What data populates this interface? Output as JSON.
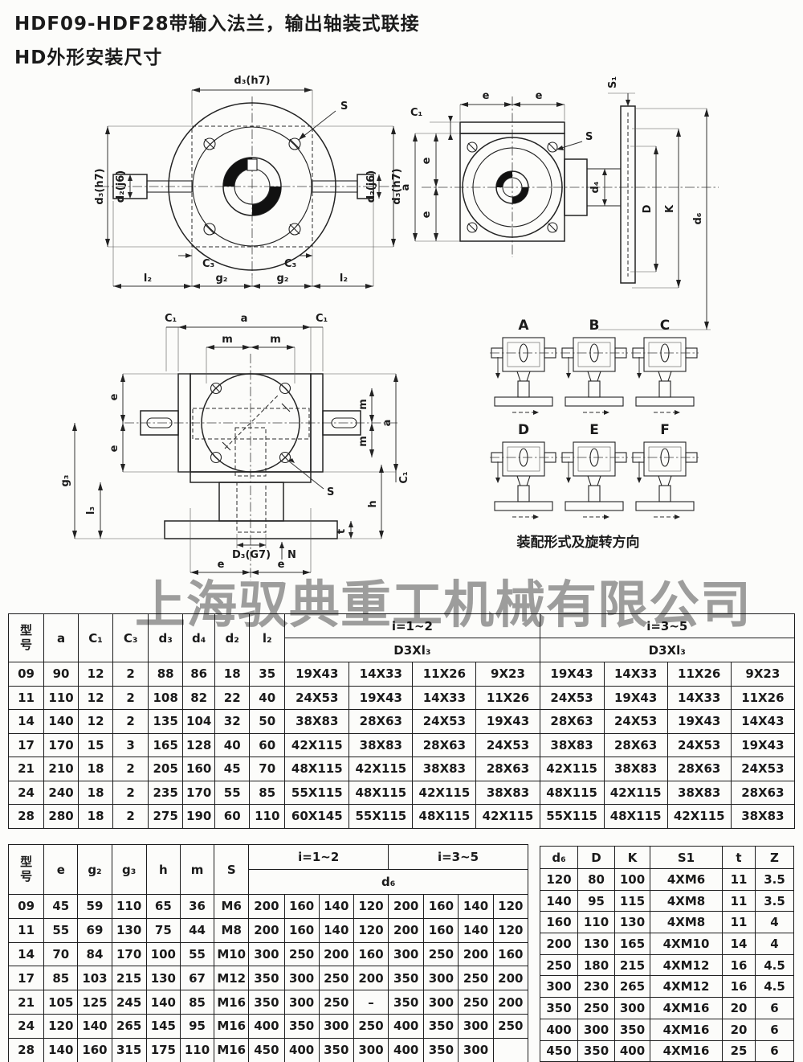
{
  "page": {
    "title_line1": "HDF09-HDF28带输入法兰，输出轴装式联接",
    "title_line2": "HD外形安装尺寸",
    "watermark": "上海驭典重工机械有限公司"
  },
  "colors": {
    "paper": "#fcfcfa",
    "ink": "#1b1b1b",
    "watermark_gray": "#979797"
  },
  "drawings": {
    "front_view": {
      "labels": {
        "top": "d₃(h7)",
        "s": "S",
        "left_outer": "d₃(h7)",
        "left_inner": "d₂(j6)",
        "right_inner": "d₂(j6)",
        "right_outer": "d₃(h7)",
        "c3_left": "C₃",
        "c3_right": "C₃",
        "l2_left": "l₂",
        "g2_left": "g₂",
        "g2_right": "g₂",
        "l2_right": "l₂"
      }
    },
    "side_view": {
      "labels": {
        "c1": "C₁",
        "e_top_left": "e",
        "e_top_right": "e",
        "a": "a",
        "e_left_upper": "e",
        "e_left_lower": "e",
        "s": "S",
        "s1": "S₁",
        "d4": "d₄",
        "D": "D",
        "K": "K",
        "d6": "d₆"
      }
    },
    "bottom_view": {
      "labels": {
        "c1_left": "C₁",
        "a_top": "a",
        "c1_right": "C₁",
        "m_top_left": "m",
        "m_top_right": "m",
        "e_upper": "e",
        "e_lower": "e",
        "g3": "g₃",
        "l3": "l₃",
        "m_right_upper": "m",
        "m_right_lower": "m",
        "a_right": "a",
        "s": "S",
        "h": "h",
        "c1_r": "C₁",
        "t": "t",
        "d3g7": "D₃(G7)",
        "n": "N",
        "e_bottom_left": "e",
        "e_bottom_right": "e"
      }
    },
    "assembly": {
      "variants": [
        "A",
        "B",
        "C",
        "D",
        "E",
        "F"
      ],
      "caption": "装配形式及旋转方向"
    }
  },
  "table1": {
    "col_headers": [
      "型号",
      "a",
      "C₁",
      "C₃",
      "d₃",
      "d₄",
      "d₂",
      "l₂"
    ],
    "groups": [
      {
        "label": "i=1~2",
        "sub": "D3Xl₃"
      },
      {
        "label": "i=3~5",
        "sub": "D3Xl₃"
      }
    ],
    "rows": [
      {
        "cells": [
          "09",
          "90",
          "12",
          "2",
          "88",
          "86",
          "18",
          "35"
        ],
        "i12": [
          "19X43",
          "14X33",
          "11X26",
          "9X23"
        ],
        "i35": [
          "19X43",
          "14X33",
          "11X26",
          "9X23"
        ]
      },
      {
        "cells": [
          "11",
          "110",
          "12",
          "2",
          "108",
          "82",
          "22",
          "40"
        ],
        "i12": [
          "24X53",
          "19X43",
          "14X33",
          "11X26"
        ],
        "i35": [
          "24X53",
          "19X43",
          "14X33",
          "11X26"
        ]
      },
      {
        "cells": [
          "14",
          "140",
          "12",
          "2",
          "135",
          "104",
          "32",
          "50"
        ],
        "i12": [
          "38X83",
          "28X63",
          "24X53",
          "19X43"
        ],
        "i35": [
          "28X63",
          "24X53",
          "19X43",
          "14X43"
        ]
      },
      {
        "cells": [
          "17",
          "170",
          "15",
          "3",
          "165",
          "128",
          "40",
          "60"
        ],
        "i12": [
          "42X115",
          "38X83",
          "28X63",
          "24X53"
        ],
        "i35": [
          "38X83",
          "28X63",
          "24X53",
          "19X43"
        ]
      },
      {
        "cells": [
          "21",
          "210",
          "18",
          "2",
          "205",
          "160",
          "45",
          "70"
        ],
        "i12": [
          "48X115",
          "42X115",
          "38X83",
          "28X63"
        ],
        "i35": [
          "42X115",
          "38X83",
          "28X63",
          "24X53"
        ]
      },
      {
        "cells": [
          "24",
          "240",
          "18",
          "2",
          "235",
          "170",
          "55",
          "85"
        ],
        "i12": [
          "55X115",
          "48X115",
          "42X115",
          "38X83"
        ],
        "i35": [
          "48X115",
          "42X115",
          "38X83",
          "28X63"
        ]
      },
      {
        "cells": [
          "28",
          "280",
          "18",
          "2",
          "275",
          "190",
          "60",
          "110"
        ],
        "i12": [
          "60X145",
          "55X115",
          "48X115",
          "42X115"
        ],
        "i35": [
          "55X115",
          "48X115",
          "42X115",
          "38X83"
        ]
      }
    ]
  },
  "table2": {
    "col_headers": [
      "型号",
      "e",
      "g₂",
      "g₃",
      "h",
      "m",
      "S"
    ],
    "groups": [
      "i=1~2",
      "i=3~5"
    ],
    "sub_header": "d₆",
    "rows": [
      {
        "cells": [
          "09",
          "45",
          "59",
          "110",
          "65",
          "36",
          "M6"
        ],
        "i12": [
          "200",
          "160",
          "140",
          "120"
        ],
        "i35": [
          "200",
          "160",
          "140",
          "120"
        ]
      },
      {
        "cells": [
          "11",
          "55",
          "69",
          "130",
          "75",
          "44",
          "M8"
        ],
        "i12": [
          "200",
          "160",
          "140",
          "120"
        ],
        "i35": [
          "200",
          "160",
          "140",
          "120"
        ]
      },
      {
        "cells": [
          "14",
          "70",
          "84",
          "170",
          "100",
          "55",
          "M10"
        ],
        "i12": [
          "300",
          "250",
          "200",
          "160"
        ],
        "i35": [
          "300",
          "250",
          "200",
          "160"
        ]
      },
      {
        "cells": [
          "17",
          "85",
          "103",
          "215",
          "130",
          "67",
          "M12"
        ],
        "i12": [
          "350",
          "300",
          "250",
          "200"
        ],
        "i35": [
          "350",
          "300",
          "250",
          "200"
        ]
      },
      {
        "cells": [
          "21",
          "105",
          "125",
          "245",
          "140",
          "85",
          "M16"
        ],
        "i12": [
          "350",
          "300",
          "250",
          "–"
        ],
        "i35": [
          "350",
          "300",
          "250",
          "200"
        ]
      },
      {
        "cells": [
          "24",
          "120",
          "140",
          "265",
          "145",
          "95",
          "M16"
        ],
        "i12": [
          "400",
          "350",
          "300",
          "250"
        ],
        "i35": [
          "400",
          "350",
          "300",
          "250"
        ]
      },
      {
        "cells": [
          "28",
          "140",
          "160",
          "315",
          "175",
          "110",
          "M16"
        ],
        "i12": [
          "450",
          "400",
          "350",
          "300"
        ],
        "i35": [
          "400",
          "350",
          "300",
          ""
        ]
      }
    ]
  },
  "table3": {
    "col_headers": [
      "d₆",
      "D",
      "K",
      "S1",
      "t",
      "Z"
    ],
    "rows": [
      [
        "120",
        "80",
        "100",
        "4XM6",
        "11",
        "3.5"
      ],
      [
        "140",
        "95",
        "115",
        "4XM8",
        "11",
        "3.5"
      ],
      [
        "160",
        "110",
        "130",
        "4XM8",
        "11",
        "4"
      ],
      [
        "200",
        "130",
        "165",
        "4XM10",
        "14",
        "4"
      ],
      [
        "250",
        "180",
        "215",
        "4XM12",
        "16",
        "4.5"
      ],
      [
        "300",
        "230",
        "265",
        "4XM12",
        "16",
        "4.5"
      ],
      [
        "350",
        "250",
        "300",
        "4XM16",
        "20",
        "6"
      ],
      [
        "400",
        "300",
        "350",
        "4XM16",
        "20",
        "6"
      ],
      [
        "450",
        "350",
        "400",
        "4XM16",
        "25",
        "6"
      ]
    ]
  }
}
